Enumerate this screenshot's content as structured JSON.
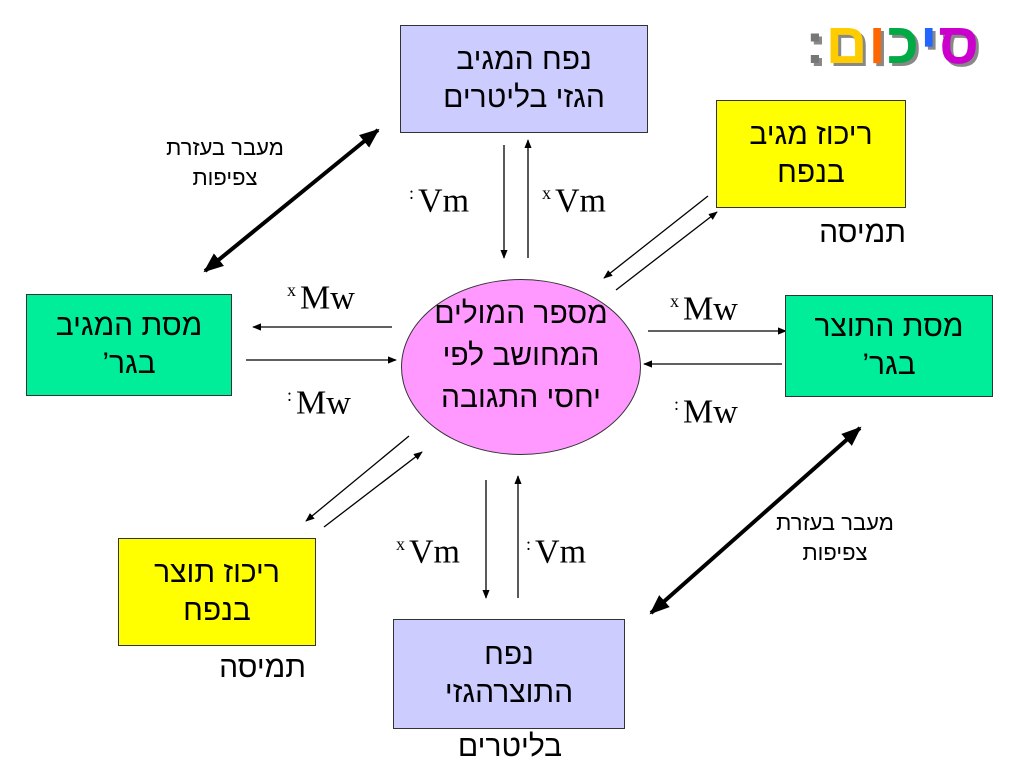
{
  "title": {
    "text": "סיכום :",
    "letters": [
      "ס",
      "י",
      "כ",
      "ו",
      "ם",
      " :"
    ],
    "letter_colors": [
      "#cc00cc",
      "#2266ff",
      "#00aa44",
      "#ff6600",
      "#ffcc00",
      "#777777"
    ]
  },
  "boxes": {
    "gas_reactant_volume": {
      "lines": [
        "נפח המגיב",
        "הגזי בליטרים"
      ],
      "color": "#ccccff"
    },
    "reactant_concentration": {
      "lines": [
        "ריכוז מגיב",
        "בנפח"
      ],
      "below": "תמיסה",
      "color": "#ffff00"
    },
    "product_mass": {
      "lines": [
        "מסת התוצר",
        "בגר’"
      ],
      "color": "#00ee99"
    },
    "gas_product_volume": {
      "lines": [
        "נפח",
        "התוצרהגזי"
      ],
      "below": "בליטרים",
      "color": "#ccccff"
    },
    "product_concentration": {
      "lines": [
        "ריכוז תוצר",
        "בנפח"
      ],
      "below": "תמיסה",
      "color": "#ffff00"
    },
    "reactant_mass": {
      "lines": [
        "מסת המגיב",
        "בגר’"
      ],
      "color": "#00ee99"
    }
  },
  "center": {
    "lines": [
      "מספר המולים",
      "המחושב לפי",
      "יחסי התגובה"
    ],
    "color": "#ff99ff"
  },
  "labels": {
    "density_top_left": [
      "מעבר בעזרת",
      "צפיפות"
    ],
    "density_bottom_right": [
      "מעבר בעזרת",
      "צפיפות"
    ]
  },
  "formulas": {
    "top_divide": {
      "mark": ":",
      "symbol": "Vm"
    },
    "top_multiply": {
      "mark": "x",
      "symbol": "Vm"
    },
    "left_multiply": {
      "mark": "x",
      "symbol": "Mw"
    },
    "left_divide": {
      "mark": ":",
      "symbol": "Mw"
    },
    "right_multiply": {
      "mark": "x",
      "symbol": "Mw"
    },
    "right_divide": {
      "mark": ":",
      "symbol": "Mw"
    },
    "bottom_multiply": {
      "mark": "x",
      "symbol": "Vm"
    },
    "bottom_divide": {
      "mark": ":",
      "symbol": "Vm"
    }
  }
}
